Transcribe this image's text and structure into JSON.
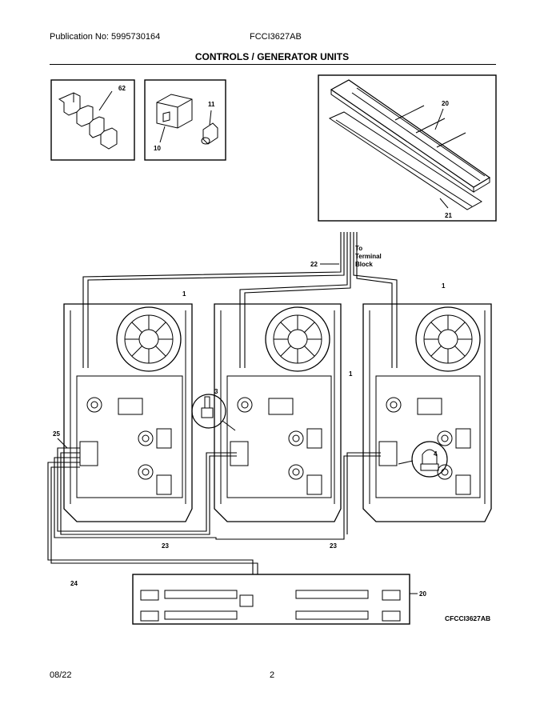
{
  "header": {
    "publication": "Publication No: 5995730164",
    "model": "FCCI3627AB"
  },
  "title": "CONTROLS / GENERATOR UNITS",
  "callouts": {
    "c62": "62",
    "c11": "11",
    "c10": "10",
    "c20": "20",
    "c21": "21",
    "c22": "22",
    "c1a": "1",
    "c1b": "1",
    "c1c": "1",
    "c3": "3",
    "c4": "4",
    "c25": "25",
    "c23a": "23",
    "c23b": "23",
    "c24": "24",
    "c20b": "20"
  },
  "terminal_note": [
    "To",
    "Terminal",
    "Block"
  ],
  "diagram_code": "CFCCI3627AB",
  "footer": {
    "date": "08/22",
    "page": "2"
  }
}
